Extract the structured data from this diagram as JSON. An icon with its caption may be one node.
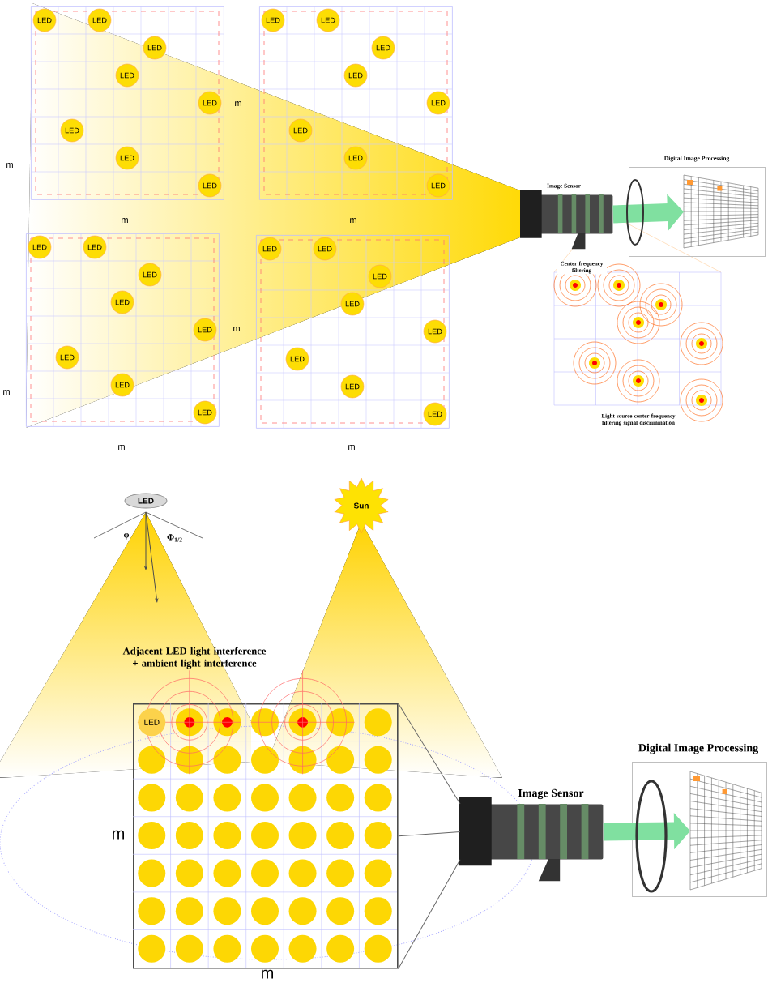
{
  "diagram": {
    "nodes": [
      {
        "text": [
          "LED",
          "LED",
          "LED",
          "LED",
          "LED",
          "LED",
          "LED",
          "LED"
        ]
      },
      {
        "text": [
          "LED",
          "LED",
          "LED",
          "LED",
          "LED",
          "LED",
          "LED",
          "LED"
        ]
      },
      {
        "text": [
          "LED",
          "LED",
          "LED",
          "LED",
          "LED",
          "LED",
          "LED",
          "LED"
        ]
      },
      {
        "text": [
          "LED",
          "LED",
          "LED",
          "LED",
          "LED",
          "LED",
          "LED",
          "LED"
        ]
      },
      {
        "text": [],
        "shape": "picture",
        "beside": [
          "Image Sensor"
        ]
      },
      {
        "text": [
          "Digital Image Processing"
        ]
      },
      {
        "text": [],
        "shape": "picture",
        "in": 5
      },
      {
        "text": [
          "Center frequency filtering",
          "Light source center frequency filtering signal discrimination"
        ]
      },
      {
        "text": [
          "LED"
        ]
      },
      {
        "text": [
          "Sun"
        ]
      },
      {
        "text": [
          "LED"
        ],
        "beside": [
          "m",
          "m"
        ]
      },
      {
        "text": [],
        "shape": "picture",
        "beside": [
          "Image Sensor"
        ]
      },
      {
        "text": [
          "Digital Image Processing"
        ]
      },
      {
        "text": [],
        "shape": "picture",
        "in": 12
      }
    ],
    "edges": [
      {
        "from": 4,
        "to": 6,
        "arrow": "to",
        "style": "thick",
        "color": "#80e0a0"
      },
      {
        "from": 10,
        "to": 11,
        "arrow": "none"
      },
      {
        "from": 10,
        "to": 11,
        "arrow": "none"
      },
      {
        "from": 10,
        "to": 11,
        "arrow": "none"
      },
      {
        "from": 11,
        "to": 13,
        "arrow": "to",
        "style": "thick",
        "color": "#80e0a0"
      }
    ],
    "labels": [
      "m",
      "m",
      "m",
      "m",
      "m",
      "m",
      "m",
      "m",
      "φ",
      "Φ$_{1/2}$",
      "Adjacent LED light interference + ambient light interference"
    ]
  }
}
